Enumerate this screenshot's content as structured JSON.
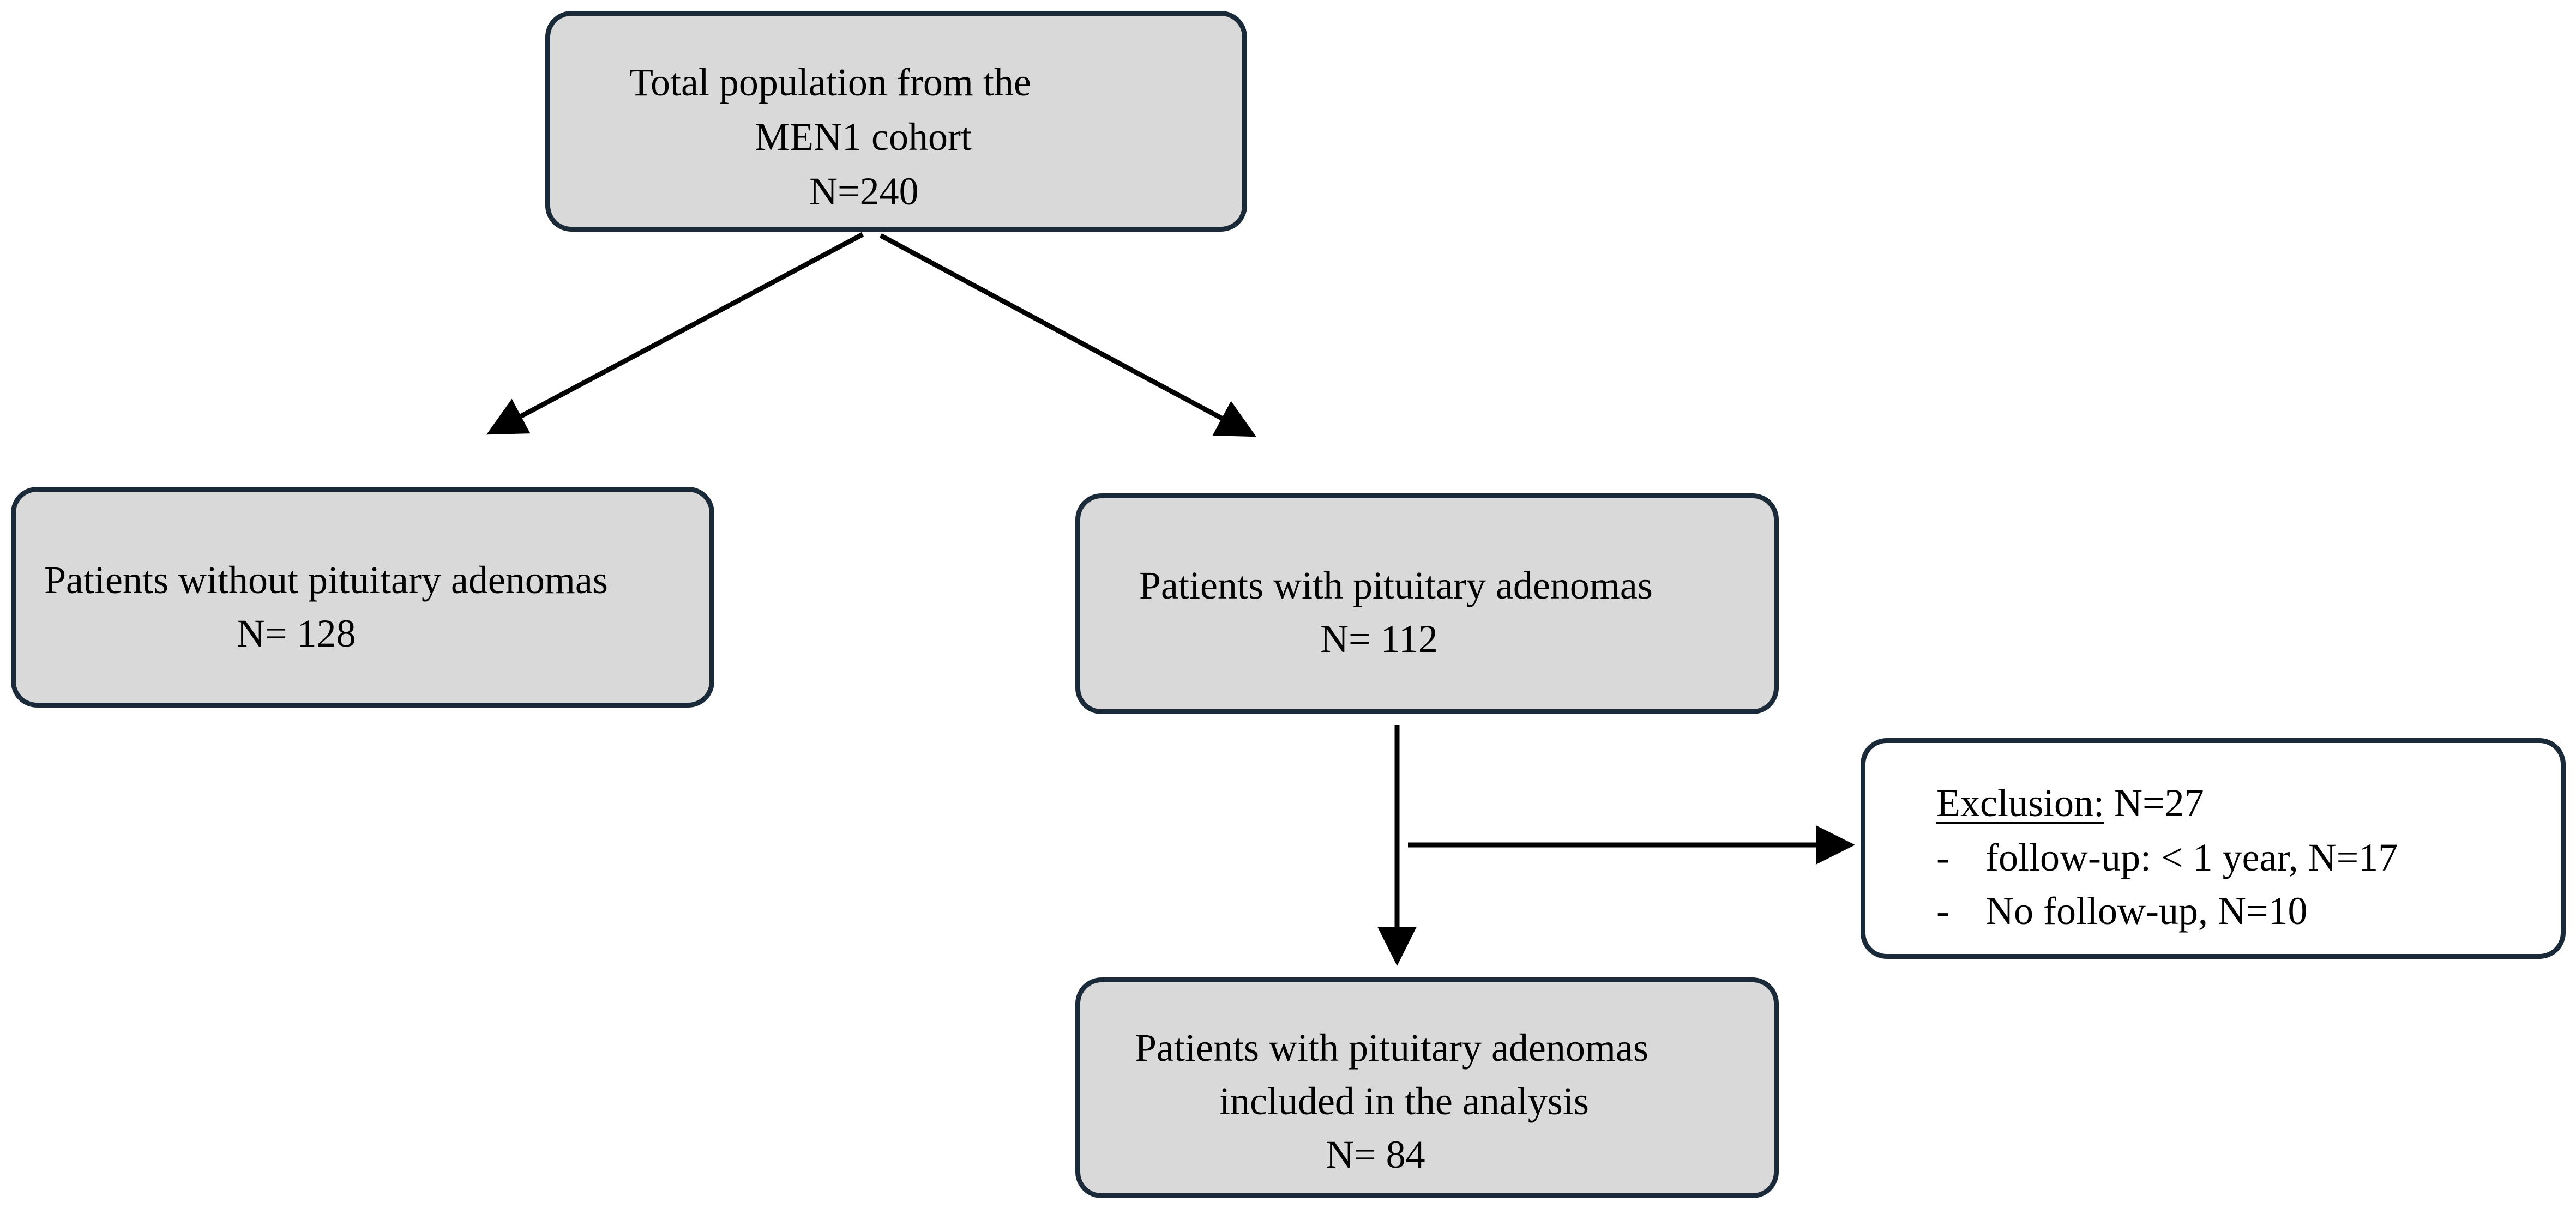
{
  "nodes": {
    "total": {
      "line1": "Total population from the",
      "line2": "MEN1 cohort",
      "line3": "N=240"
    },
    "without": {
      "line1": "Patients without pituitary adenomas",
      "line2": "N= 128"
    },
    "with": {
      "line1": "Patients with pituitary adenomas",
      "line2": "N= 112"
    },
    "exclusion": {
      "heading": "Exclusion:",
      "count": " N=27",
      "bullet1_dash": "-",
      "bullet1": "follow-up: < 1 year, N=17",
      "bullet2_dash": "-",
      "bullet2": "No follow-up, N=10"
    },
    "included": {
      "line1": "Patients with pituitary adenomas",
      "line2": "included in the analysis",
      "line3": "N= 84"
    }
  },
  "colors": {
    "box_fill": "#d9d9d9",
    "box_border": "#1b2a38",
    "exclusion_fill": "#ffffff",
    "arrow": "#000000"
  }
}
